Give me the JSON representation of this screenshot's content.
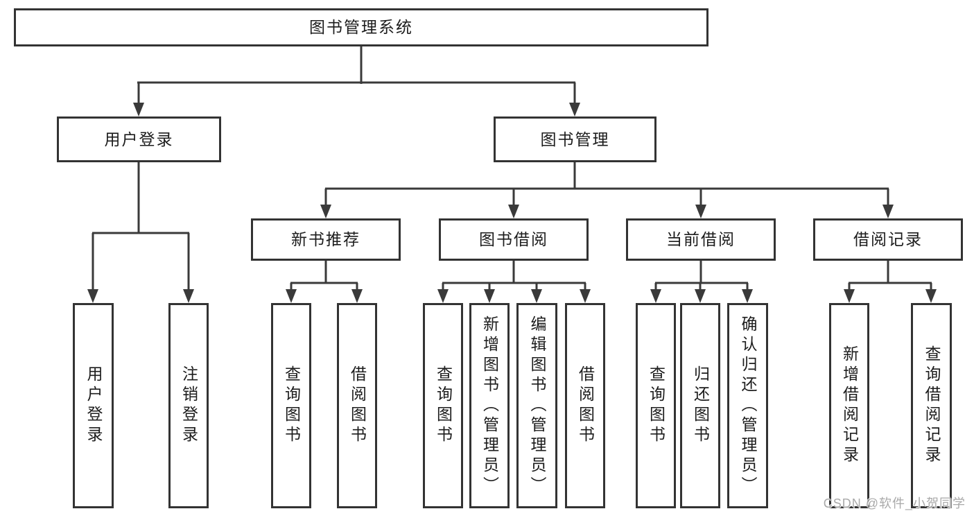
{
  "tree": {
    "label": "图书管理系统",
    "children": [
      {
        "label": "用户登录",
        "children": [
          {
            "label": "用户登录"
          },
          {
            "label": "注销登录"
          }
        ]
      },
      {
        "label": "图书管理",
        "children": [
          {
            "label": "新书推荐",
            "children": [
              {
                "label": "查询图书"
              },
              {
                "label": "借阅图书"
              }
            ]
          },
          {
            "label": "图书借阅",
            "children": [
              {
                "label": "查询图书"
              },
              {
                "label": "新增图书（管理员）"
              },
              {
                "label": "编辑图书（管理员）"
              },
              {
                "label": "借阅图书"
              }
            ]
          },
          {
            "label": "当前借阅",
            "children": [
              {
                "label": "查询图书"
              },
              {
                "label": "归还图书"
              },
              {
                "label": "确认归还（管理员）"
              }
            ]
          },
          {
            "label": "借阅记录",
            "children": [
              {
                "label": "新增借阅记录"
              },
              {
                "label": "查询借阅记录"
              }
            ]
          }
        ]
      }
    ]
  },
  "colors": {
    "line": "#3a3a3a",
    "box_border": "#333333",
    "text": "#1c1c1c",
    "watermark": "#a9a9a9",
    "background": "#ffffff"
  },
  "watermark": "CSDN @软件_小贺同学"
}
